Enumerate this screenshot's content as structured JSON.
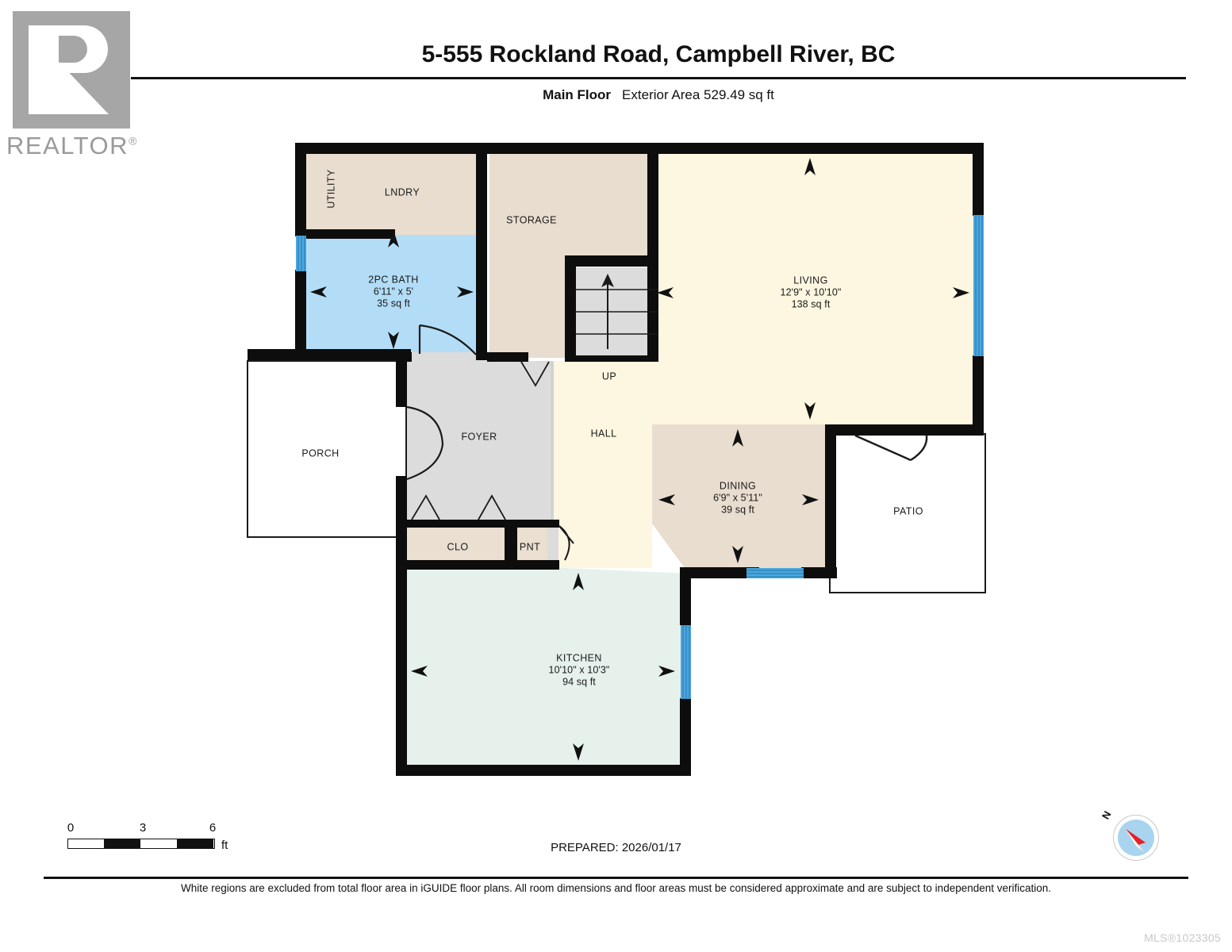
{
  "brand": {
    "logo_name": "realtor-logo",
    "wordmark": "REALTOR",
    "registered_mark": "®",
    "logo_color": "#a6a6a6"
  },
  "header": {
    "title": "5-555 Rockland Road, Campbell River, BC",
    "floor_label": "Main Floor",
    "area_text": "Exterior Area 529.49 sq ft"
  },
  "floorplan": {
    "colors": {
      "wall": "#0d0d0d",
      "living_fill": "#fdf6e0",
      "hall_fill": "#fdf6e0",
      "bath_fill": "#b3ddf7",
      "kitchen_fill": "#e6f1ec",
      "dining_fill": "#e8ddcf",
      "storage_fill": "#e8ddcf",
      "foyer_fill": "#dcdcdc",
      "closet_fill": "#eadfd0",
      "stairs_fill": "#dcdcdc",
      "window": "#4da6dd",
      "window_line": "#2f86c0",
      "excluded_fill": "#ffffff"
    },
    "rooms": [
      {
        "id": "utility",
        "name": "UTILITY",
        "dimensions": "",
        "area": "",
        "rotated": true
      },
      {
        "id": "lndry",
        "name": "LNDRY",
        "dimensions": "",
        "area": "",
        "rotated": false
      },
      {
        "id": "storage",
        "name": "STORAGE",
        "dimensions": "",
        "area": "",
        "rotated": false
      },
      {
        "id": "bath",
        "name": "2PC BATH",
        "dimensions": "6'11\" x 5'",
        "area": "35 sq ft",
        "rotated": false
      },
      {
        "id": "living",
        "name": "LIVING",
        "dimensions": "12'9\" x 10'10\"",
        "area": "138 sq ft",
        "rotated": false
      },
      {
        "id": "stairs",
        "name": "UP",
        "dimensions": "",
        "area": "",
        "rotated": false
      },
      {
        "id": "hall",
        "name": "HALL",
        "dimensions": "",
        "area": "",
        "rotated": false
      },
      {
        "id": "foyer",
        "name": "FOYER",
        "dimensions": "",
        "area": "",
        "rotated": false
      },
      {
        "id": "porch",
        "name": "PORCH",
        "dimensions": "",
        "area": "",
        "rotated": false
      },
      {
        "id": "clo",
        "name": "CLO",
        "dimensions": "",
        "area": "",
        "rotated": false
      },
      {
        "id": "pnt",
        "name": "PNT",
        "dimensions": "",
        "area": "",
        "rotated": false
      },
      {
        "id": "dining",
        "name": "DINING",
        "dimensions": "6'9\" x 5'11\"",
        "area": "39 sq ft",
        "rotated": false
      },
      {
        "id": "patio",
        "name": "PATIO",
        "dimensions": "",
        "area": "",
        "rotated": false
      },
      {
        "id": "kitchen",
        "name": "KITCHEN",
        "dimensions": "10'10\" x 10'3\"",
        "area": "94 sq ft",
        "rotated": false
      }
    ]
  },
  "scale": {
    "ticks": [
      "0",
      "3",
      "6"
    ],
    "unit": "ft"
  },
  "footer": {
    "prepared": "PREPARED: 2026/01/17",
    "disclaimer": "White regions are excluded from total floor area in iGUIDE floor plans. All room dimensions and floor areas must be considered approximate and are subject to independent verification.",
    "mls": "MLS®1023305"
  },
  "compass": {
    "north_label": "N",
    "disc_color": "#a8d4ef",
    "needle_color": "#e8202a"
  }
}
